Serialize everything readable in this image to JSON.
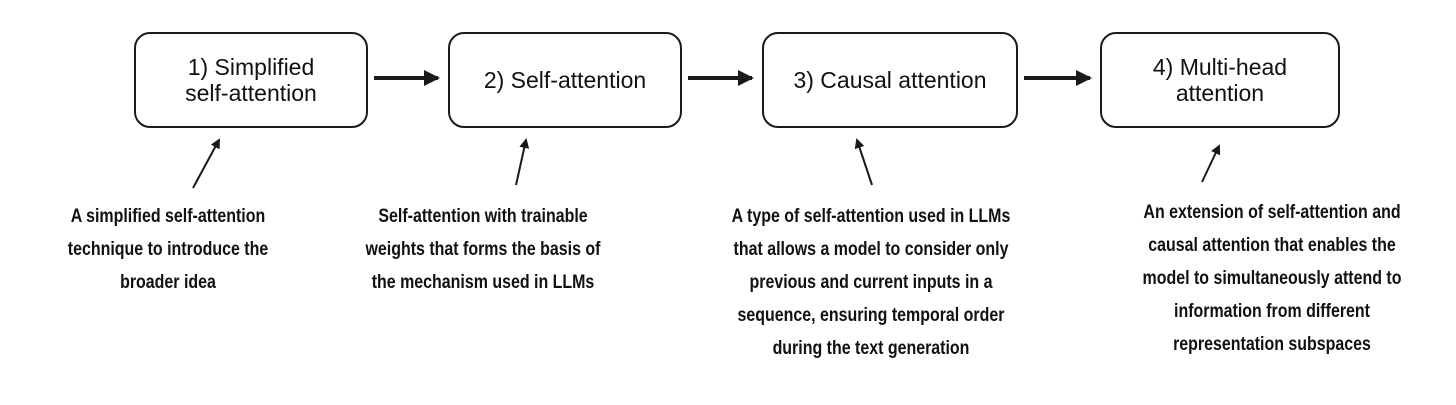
{
  "steps": [
    {
      "label": "1) Simplified\nself-attention",
      "description": "A simplified self-attention\ntechnique to introduce the\nbroader idea"
    },
    {
      "label": "2) Self-attention",
      "description": "Self-attention with trainable\nweights that forms the basis of\nthe mechanism used in LLMs"
    },
    {
      "label": "3) Causal attention",
      "description": "A type of self-attention used in LLMs\nthat allows a model to consider only\nprevious and current inputs in a\nsequence, ensuring temporal order\nduring the text generation"
    },
    {
      "label": "4) Multi-head\nattention",
      "description": "An extension of self-attention and\ncausal attention that enables the\nmodel to simultaneously attend to\ninformation from different\nrepresentation subspaces"
    }
  ],
  "colors": {
    "stroke": "#1a1a1a",
    "text": "#111111",
    "background": "#ffffff"
  }
}
